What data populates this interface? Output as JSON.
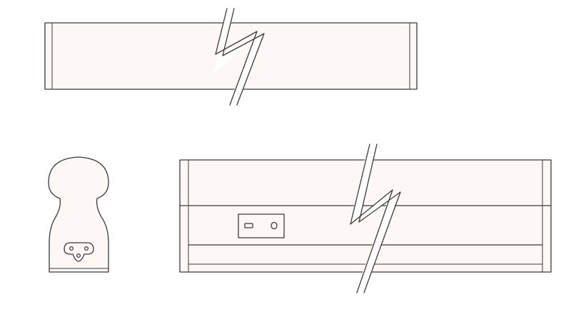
{
  "figure": {
    "views": [
      "top-view",
      "end-view",
      "front-view"
    ],
    "colors": {
      "line": "#3a3a3a",
      "fill": "#fdf8f6",
      "background": "#ffffff"
    },
    "break_symbol": "zigzag-break-icon",
    "front_view_parts": [
      "switch-icon",
      "connector-socket"
    ]
  }
}
